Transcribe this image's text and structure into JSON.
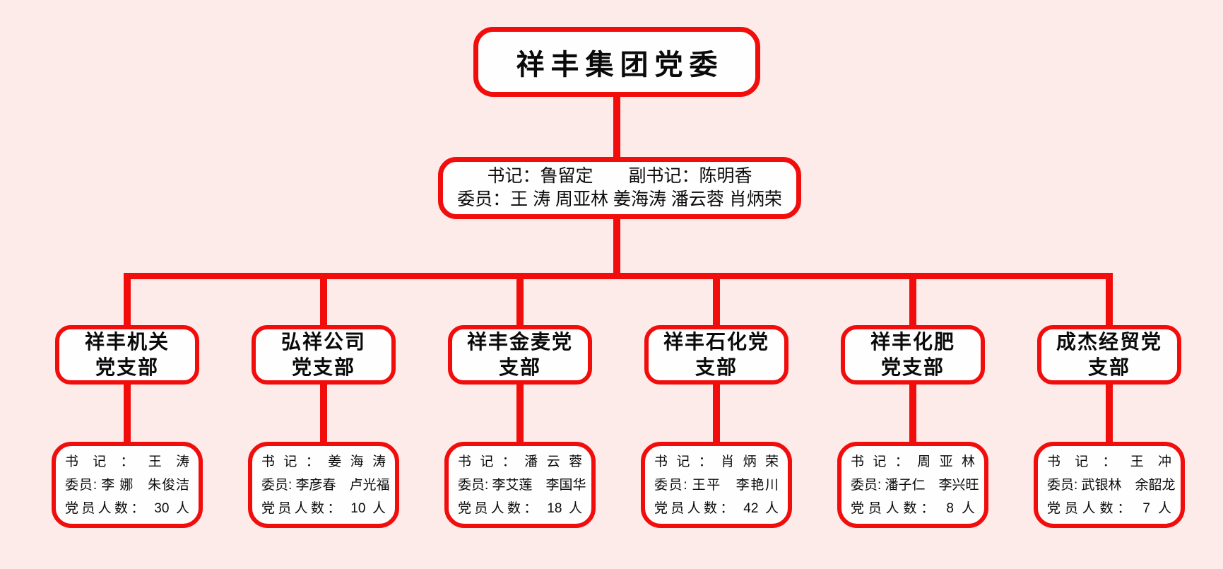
{
  "colors": {
    "background": "#fcebe9",
    "connector_red": "#f20d0d",
    "box_background": "#fffefe",
    "text": "#0a0a0a"
  },
  "root_box": {
    "title": "祥丰集团党委"
  },
  "committee_box": {
    "line1": "书记：鲁留定　　副书记：陈明香",
    "line2": "委员：王 涛 周亚林 姜海涛 潘云蓉 肖炳荣"
  },
  "branches": [
    {
      "title_line1": "祥丰机关",
      "title_line2": "党支部",
      "secretary": "书 记 ： 王 涛",
      "members": "委员: 李 娜　朱俊洁",
      "count": "党员人数： 30 人"
    },
    {
      "title_line1": "弘祥公司",
      "title_line2": "党支部",
      "secretary": "书 记 ： 姜 海 涛",
      "members": "委员: 李彦春　卢光福",
      "count": "党员人数： 10 人"
    },
    {
      "title_line1": "祥丰金麦党",
      "title_line2": "支部",
      "secretary": "书 记 ： 潘 云 蓉",
      "members": "委员: 李艾莲　李国华",
      "count": "党员人数： 18 人"
    },
    {
      "title_line1": "祥丰石化党",
      "title_line2": "支部",
      "secretary": "书 记 ： 肖 炳 荣",
      "members": "委员: 王平　李艳川",
      "count": "党员人数： 42 人"
    },
    {
      "title_line1": "祥丰化肥",
      "title_line2": "党支部",
      "secretary": "书 记 ： 周 亚 林",
      "members": "委员: 潘子仁　李兴旺",
      "count": "党员人数： 8 人"
    },
    {
      "title_line1": "成杰经贸党",
      "title_line2": "支部",
      "secretary": "书 记 ： 王 冲",
      "members": "委员: 武银林　余韶龙",
      "count": "党员人数： 7 人"
    }
  ]
}
